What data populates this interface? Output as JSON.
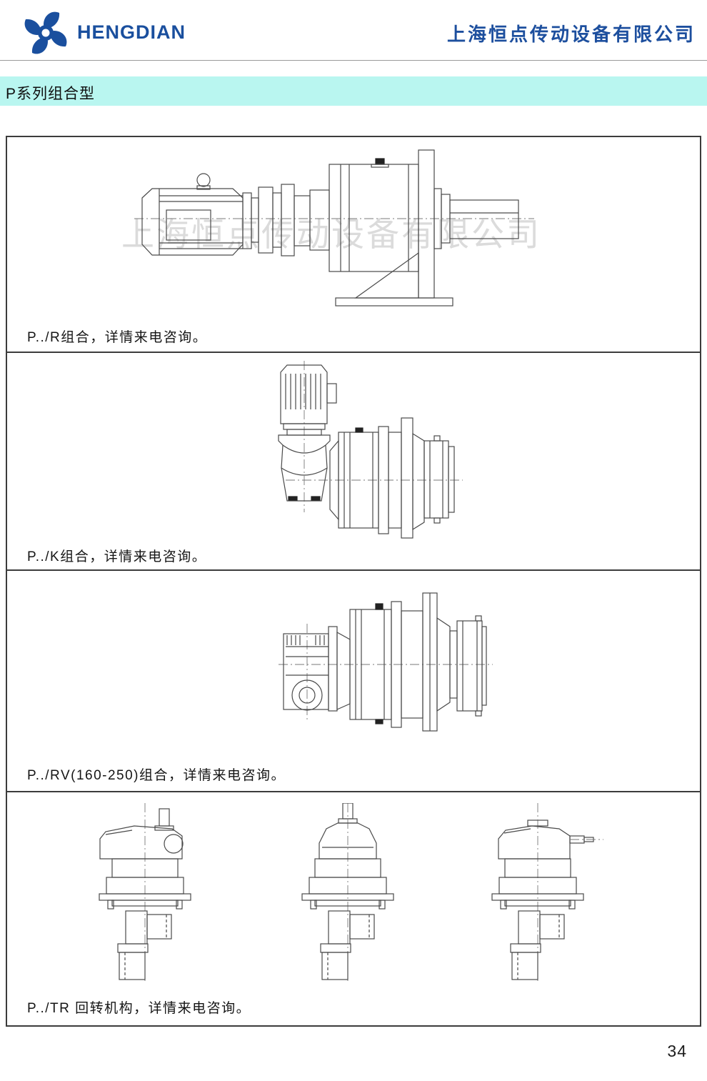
{
  "header": {
    "brand": "HENGDIAN",
    "company": "上海恒点传动设备有限公司"
  },
  "section_title": "P系列组合型",
  "panels": [
    {
      "caption": "P../R组合，详情来电咨询。"
    },
    {
      "caption": "P../K组合，详情来电咨询。"
    },
    {
      "caption": "P../RV(160-250)组合，详情来电咨询。"
    },
    {
      "caption": "P../TR 回转机构，详情来电咨询。"
    }
  ],
  "watermark": "上海恒点传动设备有限公司",
  "page_number": "34",
  "colors": {
    "brand_blue": "#1a4f9e",
    "company_blue": "#1d4f9e",
    "banner_cyan": "#b9f6f0",
    "border_dark": "#3c3c3c"
  }
}
